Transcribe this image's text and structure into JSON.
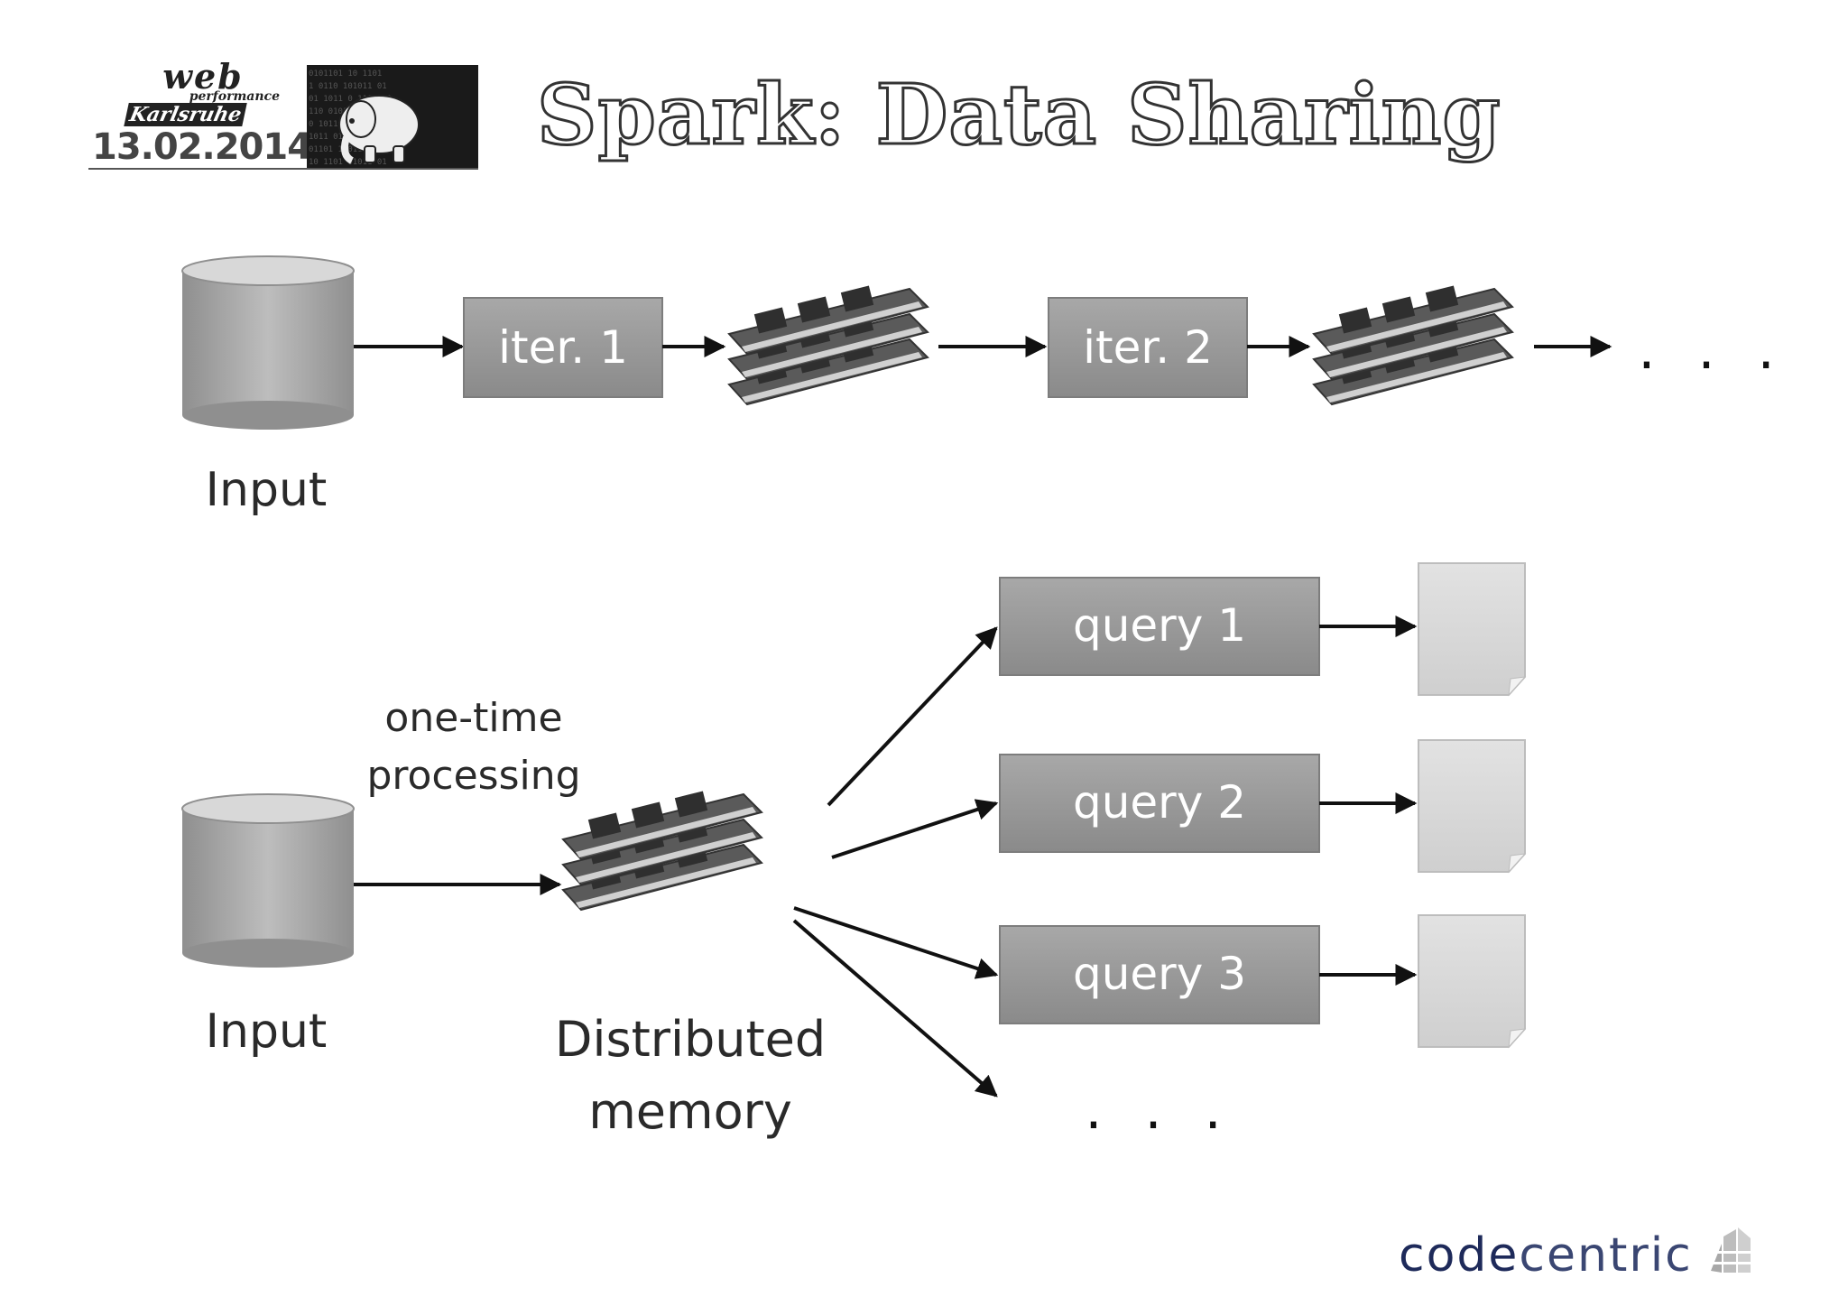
{
  "header": {
    "logo_line1": "web",
    "logo_line2": "performance",
    "logo_line3": "Karlsruhe",
    "date": "13.02.2014",
    "title": "Spark: Data Sharing"
  },
  "diagram": {
    "top_row": {
      "input_label": "Input",
      "steps": [
        "iter. 1",
        "iter. 2"
      ],
      "continuation": ". . ."
    },
    "bottom_row": {
      "input_label": "Input",
      "edge_label_line1": "one-time",
      "edge_label_line2": "processing",
      "memory_label_line1": "Distributed",
      "memory_label_line2": "memory",
      "queries": [
        "query 1",
        "query 2",
        "query 3"
      ],
      "continuation": ". . ."
    }
  },
  "footer": {
    "brand_part1": "code",
    "brand_part2": "centric"
  },
  "colors": {
    "box_fill": "#9a9a9a",
    "box_text": "#ffffff",
    "arrow": "#111111",
    "doc_fill": "#dcdcdc",
    "brand": "#1e2a5a"
  }
}
